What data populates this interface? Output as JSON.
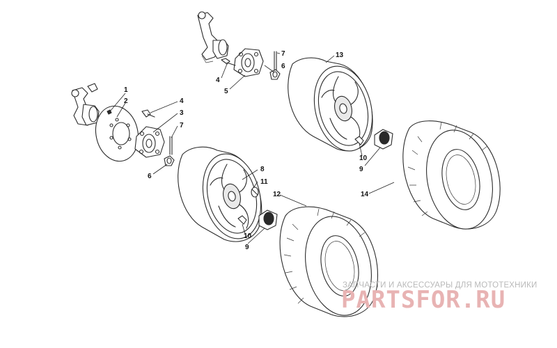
{
  "callouts": {
    "c1": "1",
    "c2": "2",
    "c3": "3",
    "c4a": "4",
    "c4b": "4",
    "c5": "5",
    "c6a": "6",
    "c6b": "6",
    "c7a": "7",
    "c7b": "7",
    "c8": "8",
    "c9a": "9",
    "c9b": "9",
    "c10a": "10",
    "c10b": "10",
    "c11": "11",
    "c12": "12",
    "c13": "13",
    "c14": "14"
  },
  "watermark": {
    "caption": "ЗАПЧАСТИ И АКСЕССУАРЫ ДЛЯ МОТОТЕХНИКИ",
    "logo": "PARTSFOR.RU"
  },
  "colors": {
    "line": "#2b2b2b",
    "watermark_logo": "#e8b3b3",
    "watermark_caption": "#b9b9b9"
  }
}
